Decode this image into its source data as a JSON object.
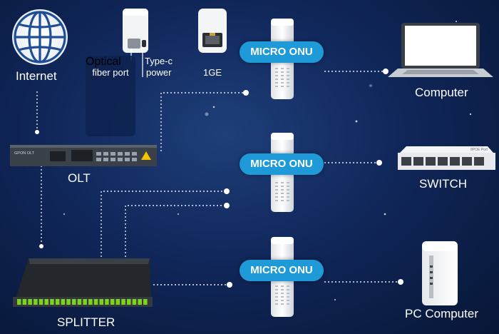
{
  "internet": {
    "label": "Internet",
    "icon": "globe-icon"
  },
  "olt": {
    "label": "OLT",
    "front_text": "GPON OLT"
  },
  "splitter": {
    "label": "SPLITTER"
  },
  "onu_labels": [
    "MICRO ONU",
    "MICRO ONU",
    "MICRO ONU"
  ],
  "devices": {
    "computer": "Computer",
    "switch": "SWITCH",
    "switch_front_text": "8POE Port",
    "pc_computer": "PC Computer"
  },
  "inset": {
    "optical_line1": "Optical",
    "optical_line2": "fiber port",
    "typec_line1": "Type-c",
    "typec_line2": "power",
    "ge": "1GE"
  },
  "colors": {
    "accent": "#1f9ad8",
    "background": "#0e2350",
    "splitter_ports": "#7ed321"
  }
}
